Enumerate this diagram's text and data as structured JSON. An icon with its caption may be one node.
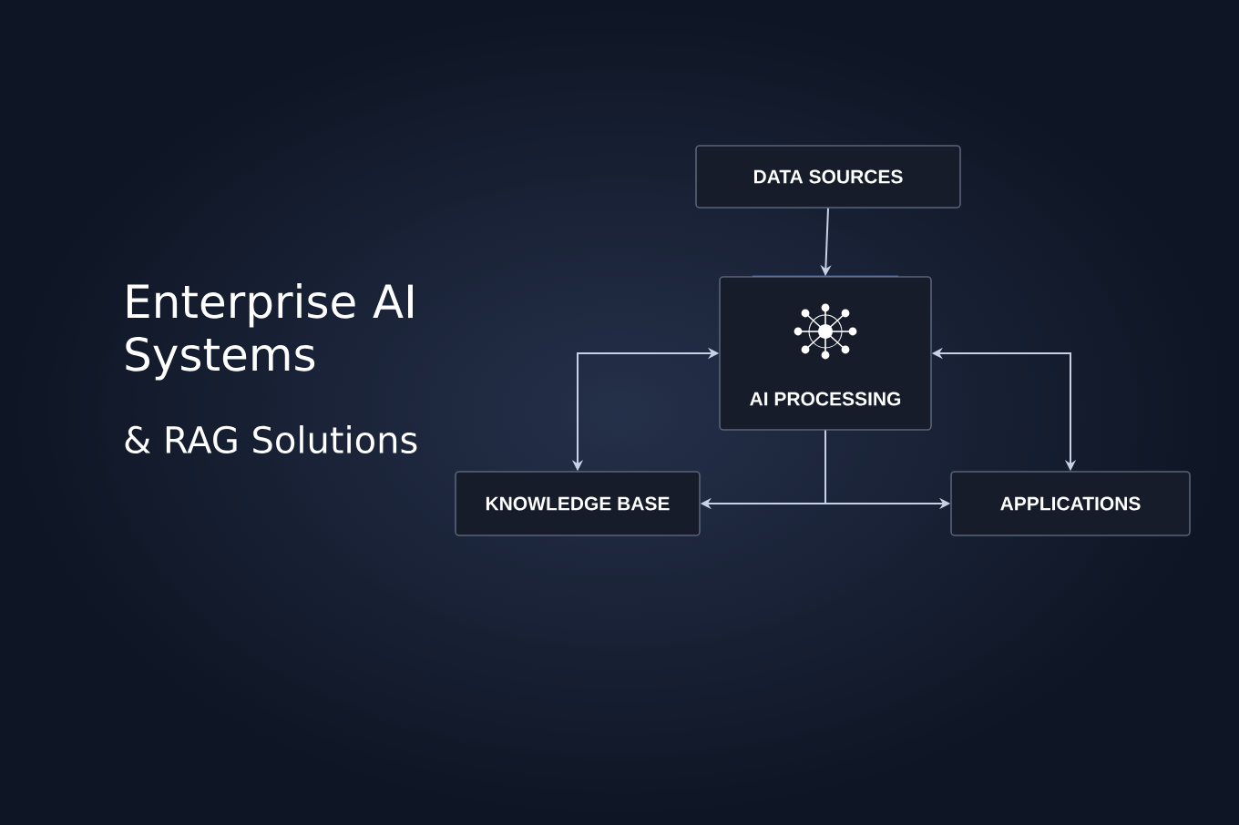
{
  "diagram": {
    "title": "Enterprise AI Systems",
    "nodes": [
      {
        "text": [
          "DATA SOURCES"
        ]
      },
      {
        "text": [
          "AI PROCESSING"
        ]
      },
      {
        "text": [
          "KNOWLEDGE BASE"
        ]
      },
      {
        "text": [
          "APPLICATIONS"
        ]
      }
    ],
    "edges": [
      {
        "from": 0,
        "to": 1,
        "arrow": "to"
      },
      {
        "from": 2,
        "to": 1,
        "arrow": "both"
      },
      {
        "from": 3,
        "to": 1,
        "arrow": "both"
      },
      {
        "from": 1,
        "to": 2,
        "arrow": "to"
      },
      {
        "from": 1,
        "to": 3,
        "arrow": "to"
      }
    ],
    "labels": [
      "& RAG Solutions"
    ]
  }
}
